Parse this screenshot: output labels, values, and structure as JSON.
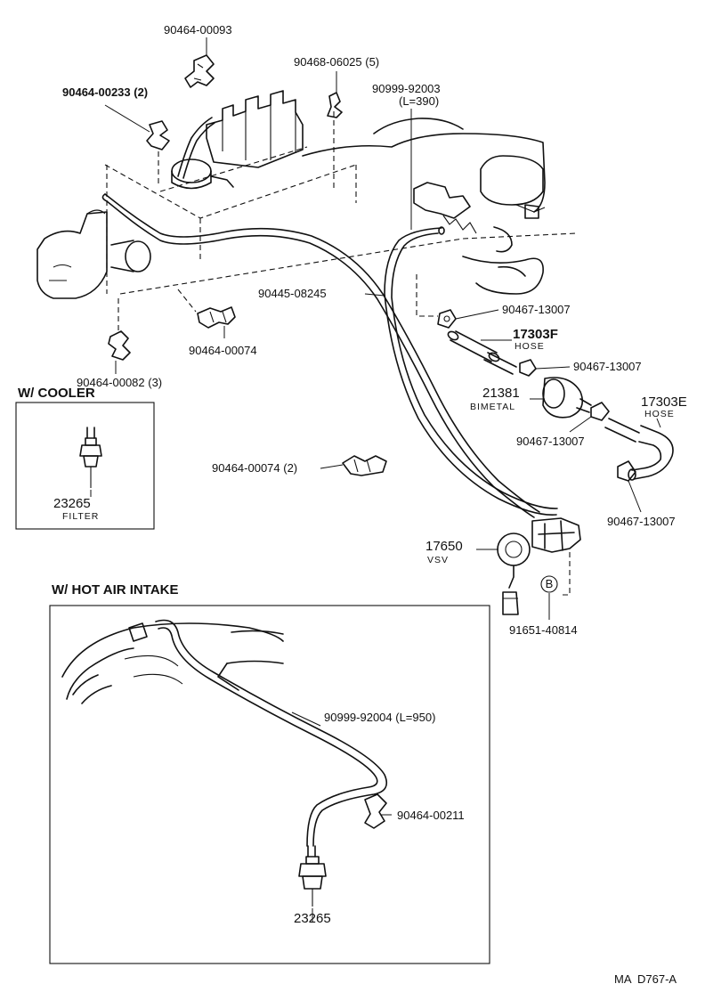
{
  "labels": {
    "p_90464_00093": "90464-00093",
    "p_90468_06025": "90468-06025 (5)",
    "p_90999_92003": "90999-92003",
    "p_90999_92003_len": "(L=390)",
    "p_90464_00233": "90464-00233 (2)",
    "p_90445_08245": "90445-08245",
    "p_90467_13007_a": "90467-13007",
    "p_17303f": "17303F",
    "p_17303f_hose": "HOSE",
    "p_90464_00074": "90464-00074",
    "p_90467_13007_b": "90467-13007",
    "p_90464_00082": "90464-00082 (3)",
    "p_21381": "21381",
    "p_21381_name": "BIMETAL",
    "p_17303e": "17303E",
    "p_17303e_hose": "HOSE",
    "p_90467_13007_c": "90467-13007",
    "p_90464_00074_2": "90464-00074 (2)",
    "p_90467_13007_d": "90467-13007",
    "p_17650": "17650",
    "p_17650_name": "VSV",
    "p_b_marker": "B",
    "p_91651_40814": "91651-40814",
    "p_90999_92004": "90999-92004 (L=950)",
    "p_90464_00211": "90464-00211",
    "p_23265_hot": "23265",
    "p_23265_cooler": "23265",
    "p_23265_cooler_name": "FILTER",
    "ref_code": "MA  D767-A"
  },
  "sections": {
    "cooler_title": "W/ COOLER",
    "hot_air_title": "W/ HOT AIR INTAKE"
  }
}
